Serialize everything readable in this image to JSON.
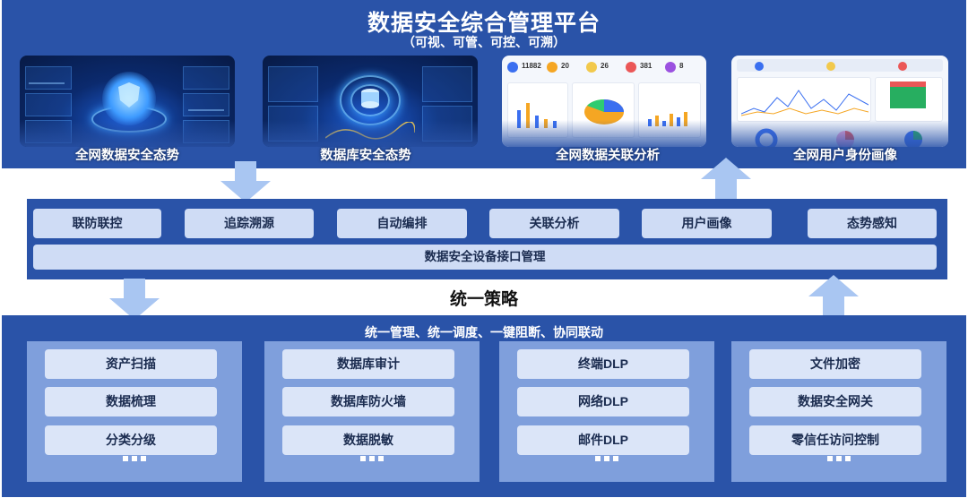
{
  "header": {
    "title": "数据安全综合管理平台",
    "subtitle": "（可视、可管、可控、可溯）"
  },
  "screenshots": [
    {
      "caption": "全网数据安全态势"
    },
    {
      "caption": "数据库安全态势"
    },
    {
      "caption": "全网数据关联分析",
      "kpis": [
        "11882",
        "20",
        "26",
        "381",
        "8"
      ]
    },
    {
      "caption": "全网用户身份画像"
    }
  ],
  "middle": {
    "capabilities": [
      "联防联控",
      "追踪溯源",
      "自动编排",
      "关联分析",
      "用户画像",
      "态势感知"
    ],
    "interface": "数据安全设备接口管理"
  },
  "strategy": "统一策略",
  "bottom": {
    "heading": "统一管理、统一调度、一键阻断、协同联动",
    "groups": [
      {
        "items": [
          "资产扫描",
          "数据梳理",
          "分类分级"
        ]
      },
      {
        "items": [
          "数据库审计",
          "数据库防火墙",
          "数据脱敏"
        ]
      },
      {
        "items": [
          "终端DLP",
          "网络DLP",
          "邮件DLP"
        ]
      },
      {
        "items": [
          "文件加密",
          "数据安全网关",
          "零信任访问控制"
        ]
      }
    ]
  },
  "colors": {
    "band": "#2a53a8",
    "pill": "#cfdcf5",
    "group": "#7f9fdc",
    "item": "#dbe5f8",
    "arrow": "#a9c6f2"
  },
  "icons": {
    "down_arrow": "arrow-down-icon",
    "up_arrow": "arrow-up-icon",
    "more": "ellipsis-icon"
  }
}
